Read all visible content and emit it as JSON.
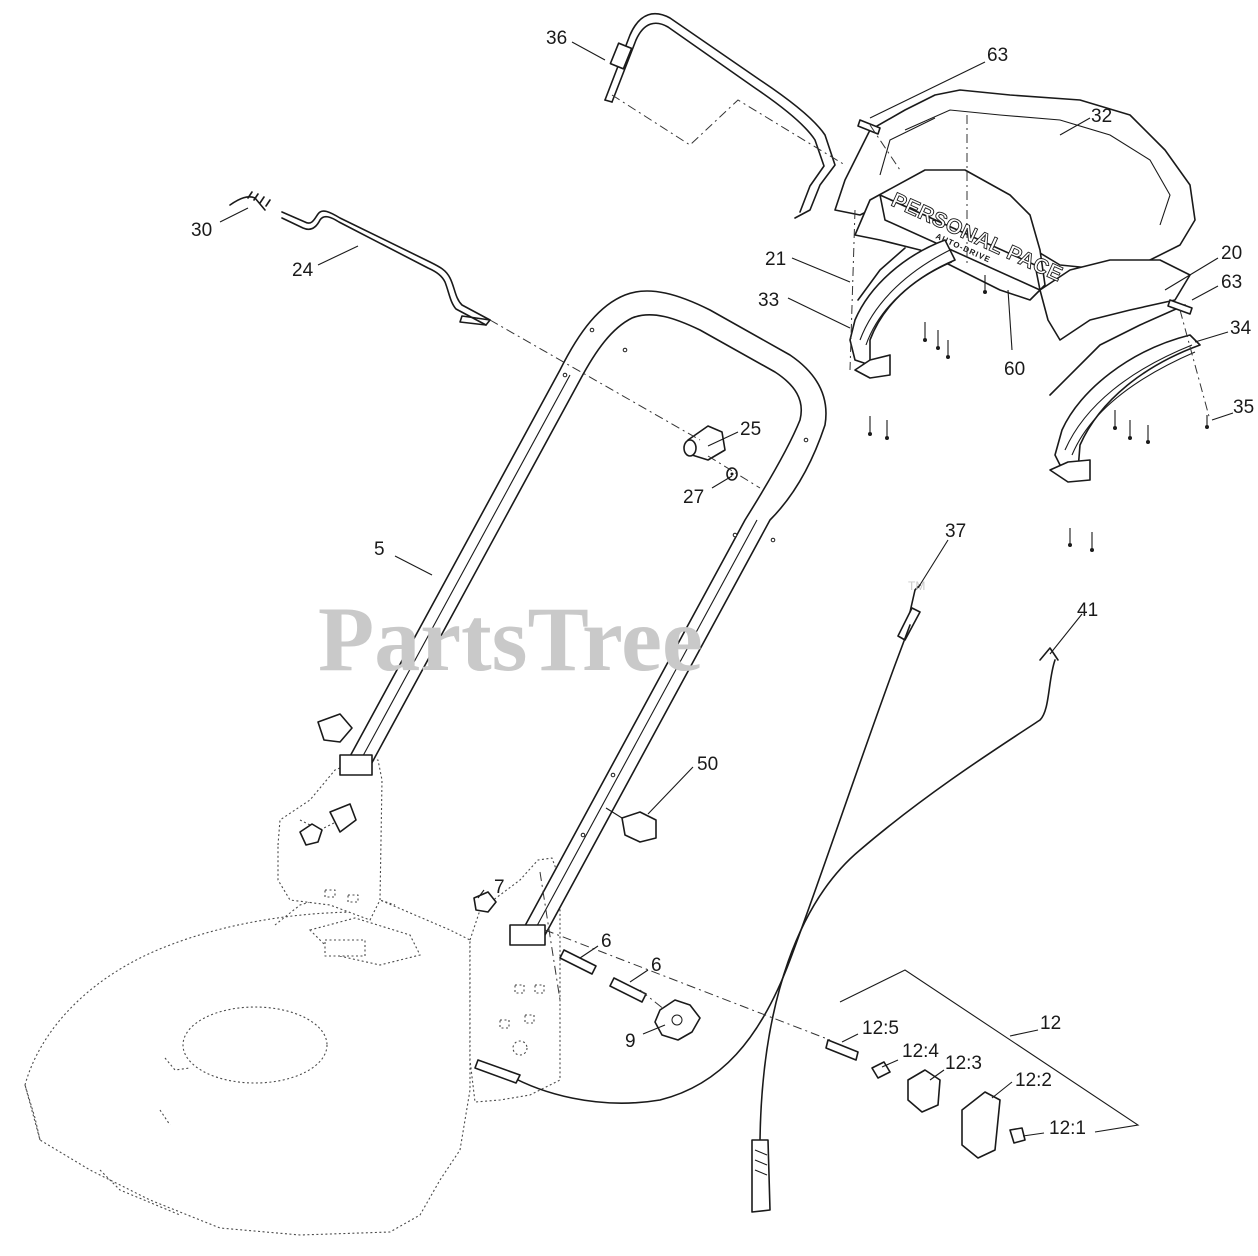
{
  "diagram": {
    "watermark": "PartsTree",
    "watermark_mark": "TM",
    "handle_badge": "PERSONAL PACE",
    "handle_badge_sub": "AUTO-DRIVE",
    "callouts": {
      "c36": "36",
      "c63a": "63",
      "c32": "32",
      "c30": "30",
      "c24": "24",
      "c21": "21",
      "c20": "20",
      "c63b": "63",
      "c33": "33",
      "c34": "34",
      "c60": "60",
      "c35": "35",
      "c25": "25",
      "c27": "27",
      "c5": "5",
      "c37": "37",
      "c41": "41",
      "c50": "50",
      "c7": "7",
      "c6a": "6",
      "c6b": "6",
      "c9": "9",
      "c12": "12",
      "c12_5": "12:5",
      "c12_4": "12:4",
      "c12_3": "12:3",
      "c12_2": "12:2",
      "c12_1": "12:1"
    }
  }
}
